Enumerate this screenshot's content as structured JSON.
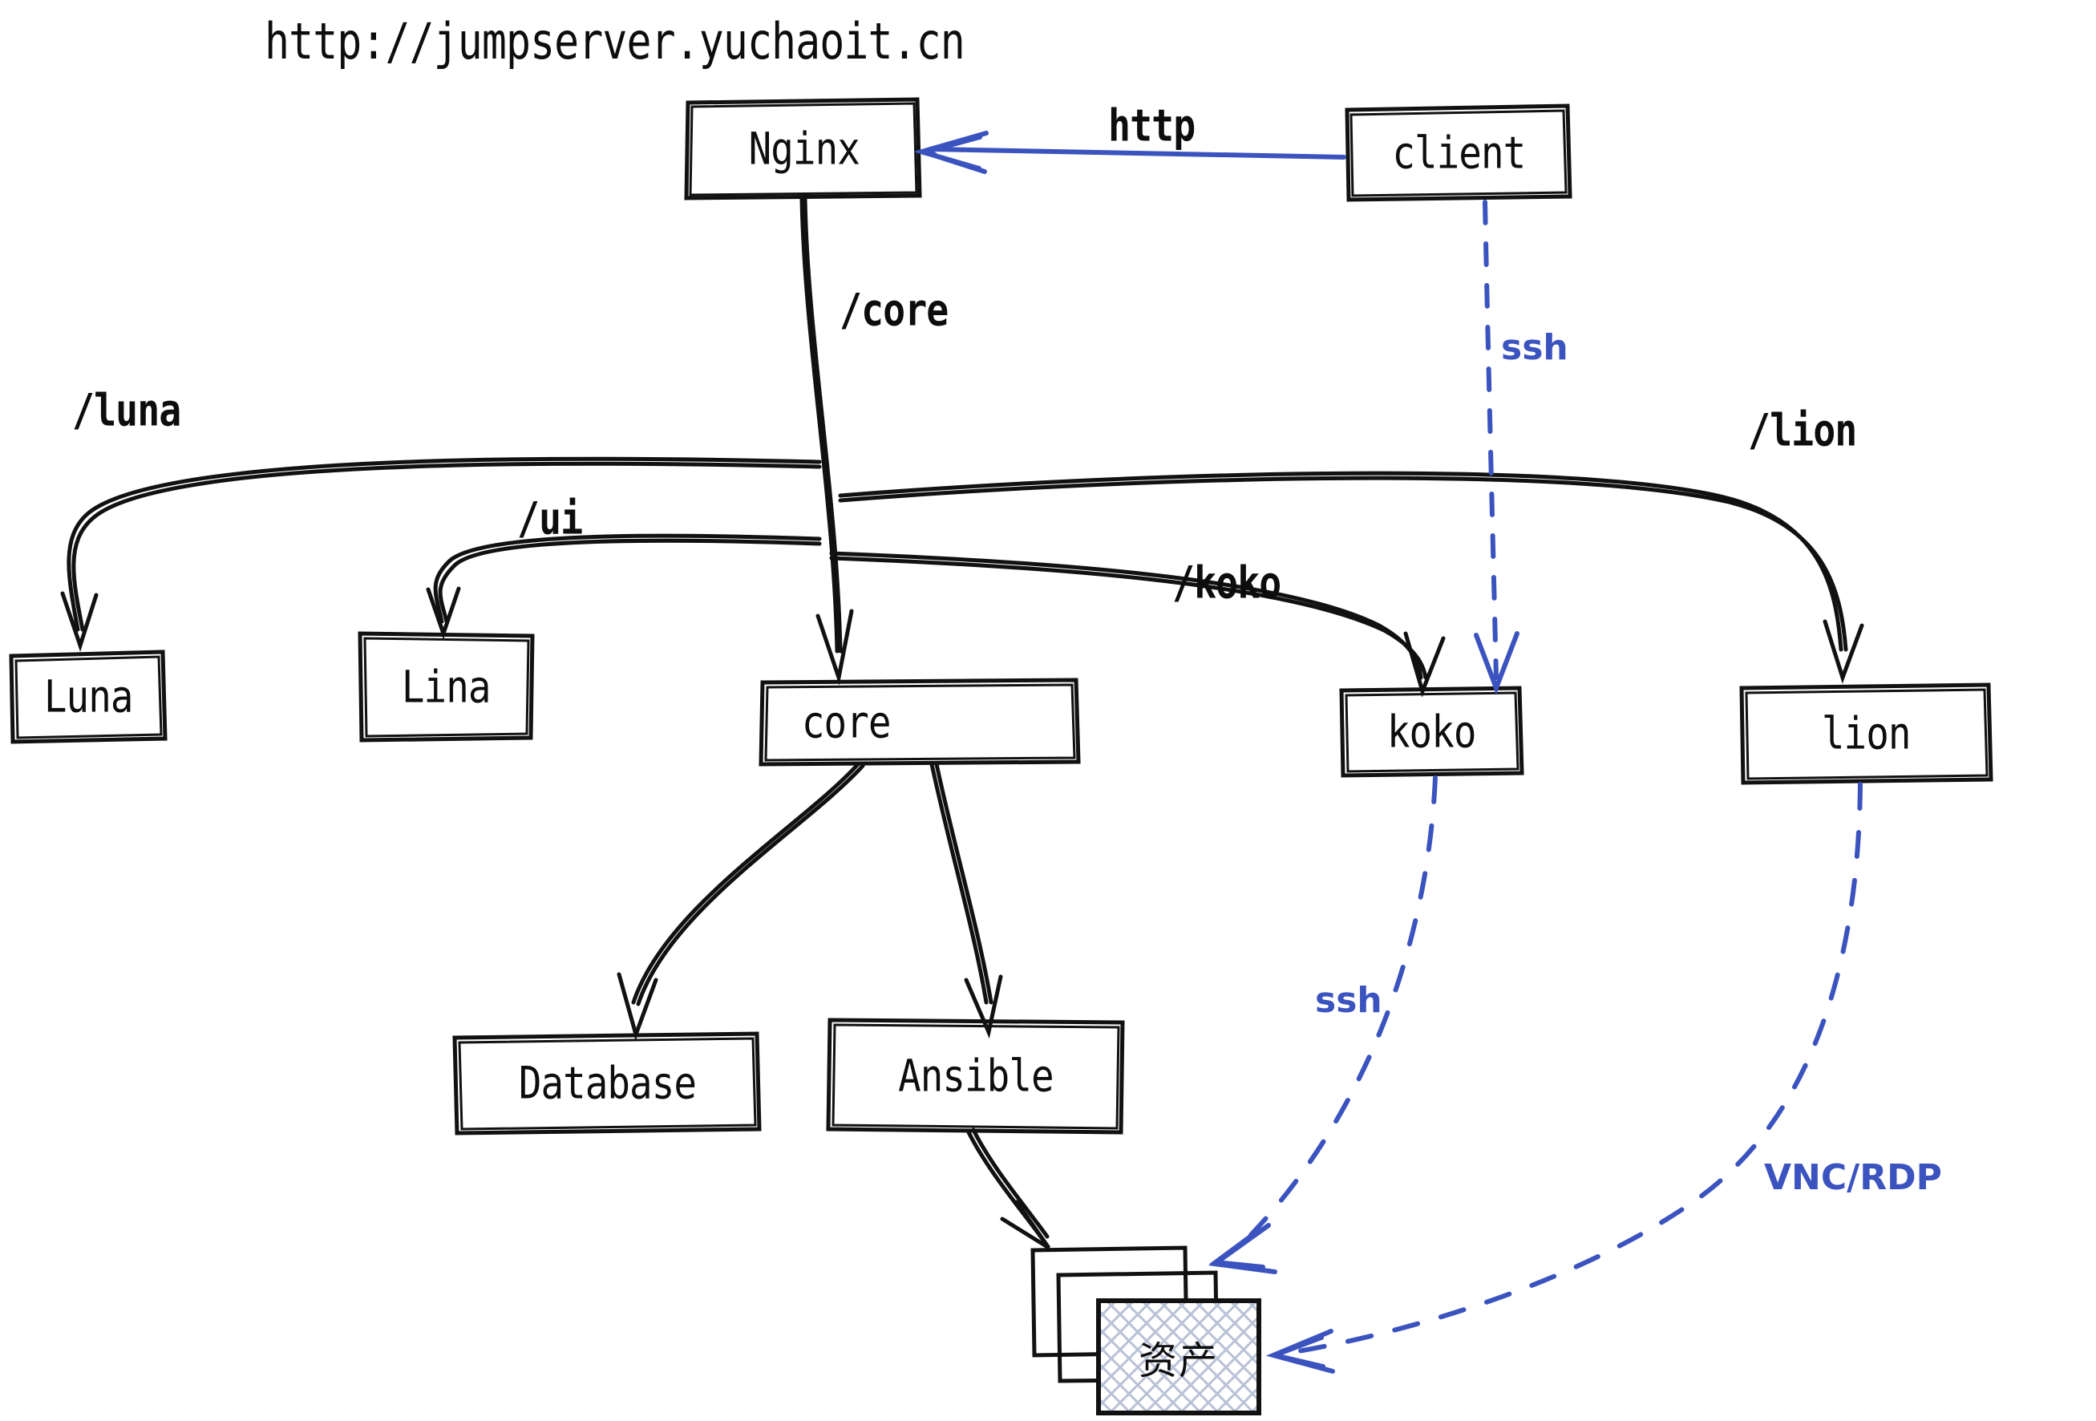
{
  "diagram": {
    "title": "http://jumpserver.yuchaoit.cn",
    "accent_blue": "#3b53bf",
    "ink": "#0d0d0d",
    "background": "#ffffff",
    "nodes": [
      {
        "id": "nginx",
        "label": "Nginx"
      },
      {
        "id": "client",
        "label": "client"
      },
      {
        "id": "luna",
        "label": "Luna"
      },
      {
        "id": "lina",
        "label": "Lina"
      },
      {
        "id": "core",
        "label": "core"
      },
      {
        "id": "koko",
        "label": "koko"
      },
      {
        "id": "lion",
        "label": "lion"
      },
      {
        "id": "database",
        "label": "Database"
      },
      {
        "id": "ansible",
        "label": "Ansible"
      },
      {
        "id": "assets",
        "label": "资产"
      }
    ],
    "edge_labels": {
      "http": "http",
      "ssh_client": "ssh",
      "luna": "/luna",
      "ui": "/ui",
      "core": "/core",
      "koko": "/koko",
      "lion": "/lion",
      "ssh_koko": "ssh",
      "vnc_rdp": "VNC/RDP"
    },
    "edges": [
      {
        "from": "client",
        "to": "nginx",
        "label": "http",
        "style": "solid-blue"
      },
      {
        "from": "client",
        "to": "koko",
        "label": "ssh",
        "style": "dashed-blue"
      },
      {
        "from": "nginx",
        "to": "luna",
        "label": "/luna",
        "style": "solid-black"
      },
      {
        "from": "nginx",
        "to": "lina",
        "label": "/ui",
        "style": "solid-black"
      },
      {
        "from": "nginx",
        "to": "core",
        "label": "/core",
        "style": "solid-black"
      },
      {
        "from": "nginx",
        "to": "koko",
        "label": "/koko",
        "style": "solid-black"
      },
      {
        "from": "nginx",
        "to": "lion",
        "label": "/lion",
        "style": "solid-black"
      },
      {
        "from": "core",
        "to": "database",
        "label": "",
        "style": "solid-black"
      },
      {
        "from": "core",
        "to": "ansible",
        "label": "",
        "style": "solid-black"
      },
      {
        "from": "ansible",
        "to": "assets",
        "label": "",
        "style": "solid-black"
      },
      {
        "from": "koko",
        "to": "assets",
        "label": "ssh",
        "style": "dashed-blue"
      },
      {
        "from": "lion",
        "to": "assets",
        "label": "VNC/RDP",
        "style": "dashed-blue"
      }
    ]
  }
}
